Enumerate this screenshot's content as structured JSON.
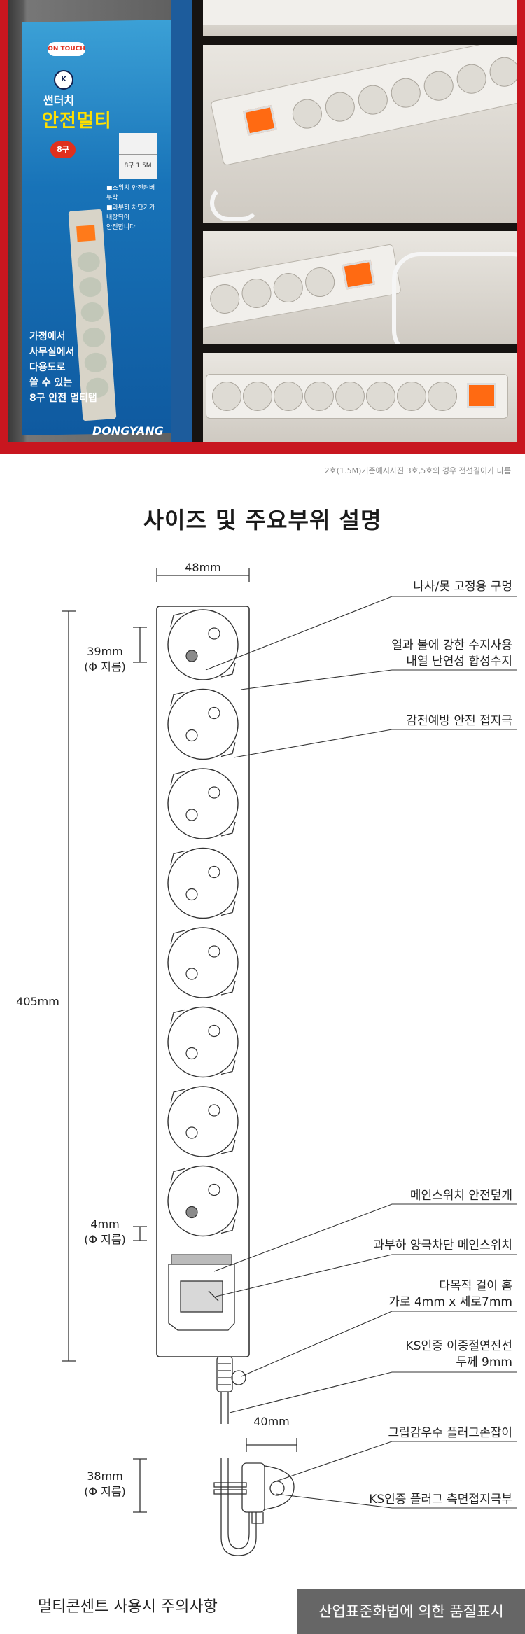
{
  "photo": {
    "box": {
      "logo_text": "ON TOUCH",
      "ks_mark": "K",
      "title_line1": "썬터치",
      "title_line2": "안전멀티",
      "badge": "8구",
      "label_text": "8구 1.5M",
      "feature_lines": [
        "■스위치 안전커버",
        "부착",
        "■과부하 차단기가",
        "내장되어",
        "안전합니다"
      ],
      "bottom_lines": [
        "가정에서",
        "사무실에서",
        "다용도로",
        "쓸 수 있는",
        "8구 안전 멀티탭"
      ],
      "brand": "DONGYANG"
    },
    "caption": "2호(1.5M)기준예시사진 3호,5호의 경우 전선길이가 다름"
  },
  "diagram": {
    "title": "사이즈 및 주요부위 설명",
    "dims": {
      "width": "48mm",
      "socket_size": "39mm",
      "socket_size_sub": "(Φ 지름)",
      "total_length": "405mm",
      "pin_size": "4mm",
      "pin_size_sub": "(Φ 지름)",
      "plug_width": "40mm",
      "plug_size": "38mm",
      "plug_size_sub": "(Φ 지름)"
    },
    "labels": {
      "screw_hole": "나사/못 고정용 구멍",
      "resin_1": "열과 불에 강한 수지사용",
      "resin_2": "내열 난연성 합성수지",
      "ground": "감전예방 안전 접지극",
      "switch_cover": "메인스위치 안전덮개",
      "main_switch": "과부하 양극차단 메인스위치",
      "hook_1": "다목적 걸이 홈",
      "hook_2": "가로 4mm x 세로7mm",
      "cable_1": "KS인증 이중절연전선",
      "cable_2": "두께 9mm",
      "grip": "그립감우수 플러그손잡이",
      "plug_ground": "KS인증 플러그 측면접지극부"
    }
  },
  "footer": {
    "left_text": "멀티콘센트 사용시 주의사항",
    "right_text": "산업표준화법에 의한 품질표시"
  }
}
